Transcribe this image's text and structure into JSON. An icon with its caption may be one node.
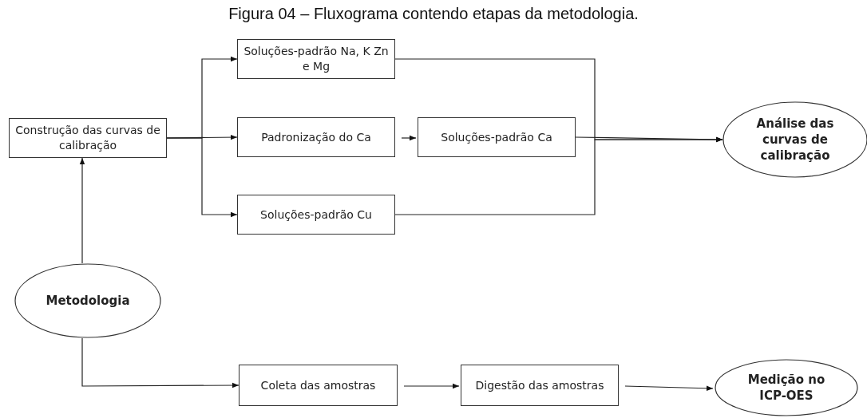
{
  "diagram": {
    "title": "Figura 04  – Fluxograma contendo etapas da metodologia.",
    "nodes": [
      {
        "text": [
          "Construção das curvas de calibração"
        ]
      },
      {
        "text": [
          "Soluções-padrão Na, K Zn e Mg"
        ]
      },
      {
        "text": [
          "Padronização do Ca"
        ]
      },
      {
        "text": [
          "Soluções-padrão Ca"
        ]
      },
      {
        "text": [
          "Soluções-padrão Cu"
        ]
      },
      {
        "text": [
          "Análise das curvas de calibração"
        ]
      },
      {
        "text": [
          "Metodologia"
        ]
      },
      {
        "text": [
          "Coleta das amostras"
        ]
      },
      {
        "text": [
          "Digestão das amostras"
        ]
      },
      {
        "text": [
          "Medição no ICP-OES"
        ]
      }
    ],
    "edges": [
      {
        "from": 6,
        "to": 0,
        "arrow": "to"
      },
      {
        "from": 0,
        "to": 1,
        "arrow": "to"
      },
      {
        "from": 0,
        "to": 2,
        "arrow": "to"
      },
      {
        "from": 0,
        "to": 4,
        "arrow": "to"
      },
      {
        "from": 2,
        "to": 3,
        "arrow": "to"
      },
      {
        "from": 1,
        "to": 5,
        "arrow": "to"
      },
      {
        "from": 3,
        "to": 5,
        "arrow": "to"
      },
      {
        "from": 4,
        "to": 5,
        "arrow": "to"
      },
      {
        "from": 6,
        "to": 7,
        "arrow": "to"
      },
      {
        "from": 7,
        "to": 8,
        "arrow": "to"
      },
      {
        "from": 8,
        "to": 9,
        "arrow": "to"
      }
    ]
  }
}
